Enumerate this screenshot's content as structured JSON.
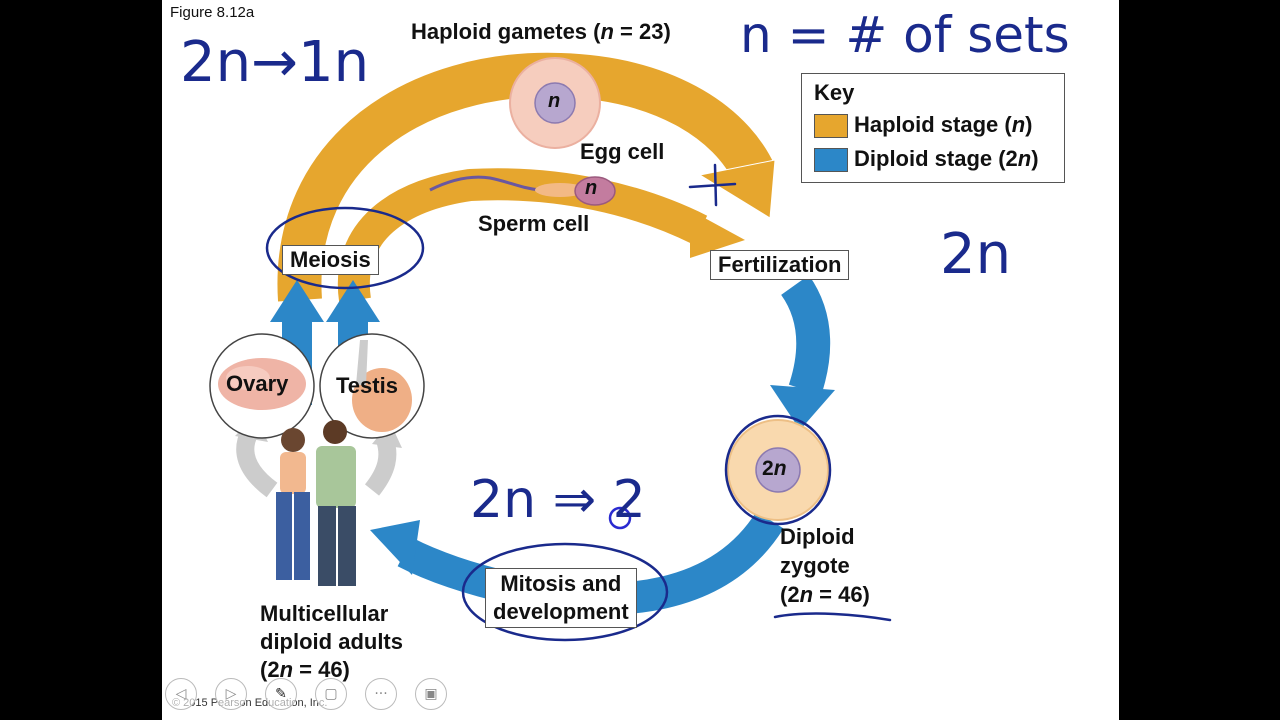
{
  "figure_label": "Figure 8.12a",
  "title": {
    "prefix": "Haploid gametes (",
    "var": "n",
    "suffix": " = 23)"
  },
  "labels": {
    "egg_cell": "Egg cell",
    "sperm_cell": "Sperm cell",
    "meiosis": "Meiosis",
    "fertilization": "Fertilization",
    "ovary": "Ovary",
    "testis": "Testis",
    "mitosis_line1": "Mitosis and",
    "mitosis_line2": "development",
    "zygote_line1": "Diploid",
    "zygote_line2": "zygote",
    "zygote_line3_pre": "(2",
    "zygote_line3_var": "n",
    "zygote_line3_post": " = 46)",
    "adults_line1": "Multicellular",
    "adults_line2": "diploid adults",
    "adults_line3_pre": "(2",
    "adults_line3_var": "n",
    "adults_line3_post": " = 46)",
    "egg_nucleus": "n",
    "sperm_nucleus": "n",
    "zygote_nucleus_pre": "2",
    "zygote_nucleus_var": "n"
  },
  "key": {
    "title": "Key",
    "items": [
      {
        "pre": "Haploid stage (",
        "var": "n",
        "post": ")",
        "color": "#E6A62E"
      },
      {
        "pre": "Diploid stage (2",
        "var": "n",
        "post": ")",
        "color": "#2C87C8"
      }
    ]
  },
  "handwriting": {
    "top_left": "2n→1n",
    "top_right": "n = # of sets",
    "right": "2n",
    "center": "2n ⇒ 2"
  },
  "copyright": "© 2015 Pearson Education, Inc.",
  "colors": {
    "haploid": "#E6A62E",
    "diploid": "#2C87C8",
    "ink": "#1a2a8c"
  },
  "toolbar_icons": [
    "back-arrow-icon",
    "forward-arrow-icon",
    "pen-icon",
    "pages-icon",
    "more-icon",
    "present-icon"
  ]
}
